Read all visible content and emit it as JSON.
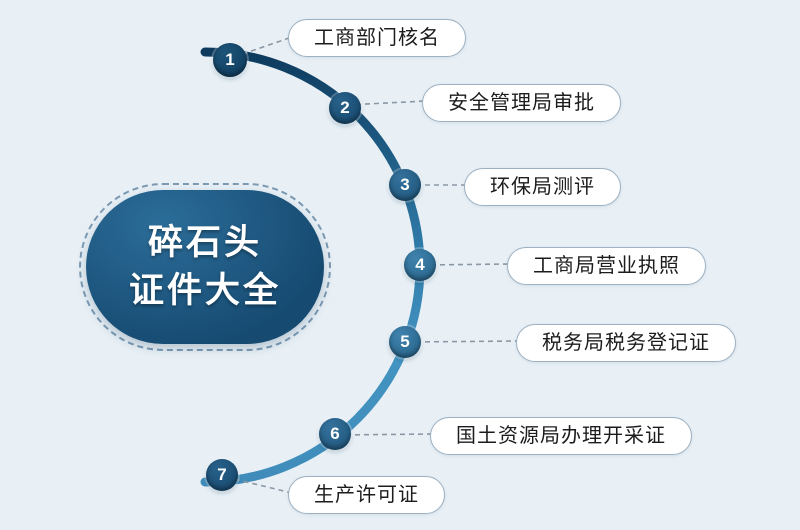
{
  "center": {
    "title_line1": "碎石头",
    "title_line2": "证件大全"
  },
  "steps": [
    {
      "num": "1",
      "label": "工商部门核名"
    },
    {
      "num": "2",
      "label": "安全管理局审批"
    },
    {
      "num": "3",
      "label": "环保局测评"
    },
    {
      "num": "4",
      "label": "工商局营业执照"
    },
    {
      "num": "5",
      "label": "税务局税务登记证"
    },
    {
      "num": "6",
      "label": "国土资源局办理开采证"
    },
    {
      "num": "7",
      "label": "生产许可证"
    }
  ],
  "colors": {
    "background": "#e8f0f6",
    "arc_start": "#0d3a5d",
    "arc_end": "#3f8cba",
    "label_border": "#9db1c2",
    "label_text": "#1c1c1c",
    "connector": "#8a98a5",
    "bubble_fill_1": "#2b6d99",
    "bubble_fill_2": "#164a71"
  }
}
